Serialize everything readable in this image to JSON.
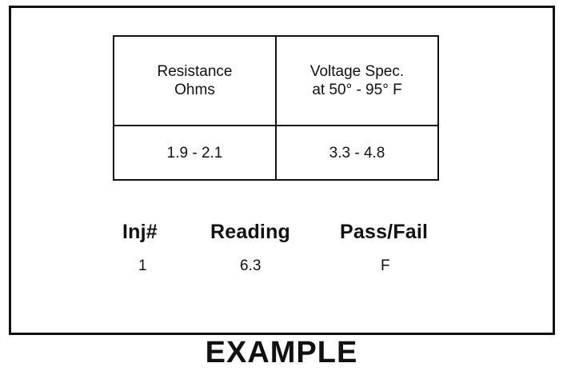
{
  "spec_table": {
    "header": {
      "resistance_line1": "Resistance",
      "resistance_line2": "Ohms",
      "voltage_line1": "Voltage Spec.",
      "voltage_line2": "at 50° - 95° F"
    },
    "row": {
      "resistance": "1.9 - 2.1",
      "voltage": "3.3 - 4.8"
    }
  },
  "results": {
    "headers": {
      "injector": "Inj#",
      "reading": "Reading",
      "pass_fail": "Pass/Fail"
    },
    "values": {
      "injector": "1",
      "reading": "6.3",
      "pass_fail": "F"
    }
  },
  "caption": "EXAMPLE"
}
